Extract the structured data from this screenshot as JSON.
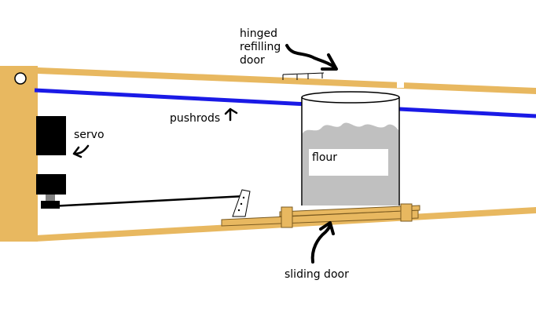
{
  "labels": {
    "door_line1": "hinged",
    "door_line2": "refilling",
    "door_line3": "door",
    "pushrods": "pushrods",
    "servo": "servo",
    "flour": "flour",
    "sliding_door": "sliding door"
  },
  "colors": {
    "wood": "#e8b860",
    "pushrod": "#1a1ae6",
    "flour": "#c0c0c0",
    "servo": "#000000",
    "ink": "#000000",
    "background": "#ffffff"
  }
}
